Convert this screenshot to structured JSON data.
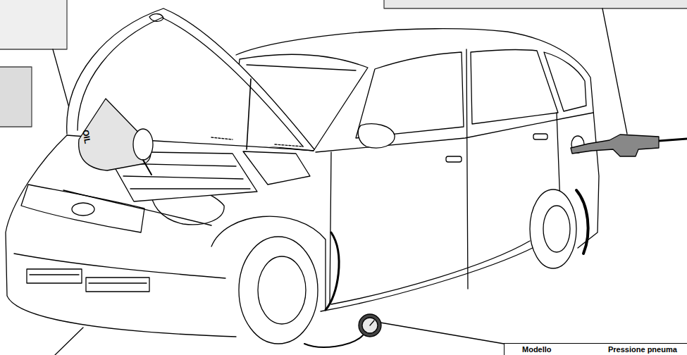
{
  "diagram": {
    "nodes": [
      {
        "text": [
          "Modello",
          "Pressione pneuma"
        ]
      }
    ],
    "labels": [
      "OIL"
    ]
  }
}
